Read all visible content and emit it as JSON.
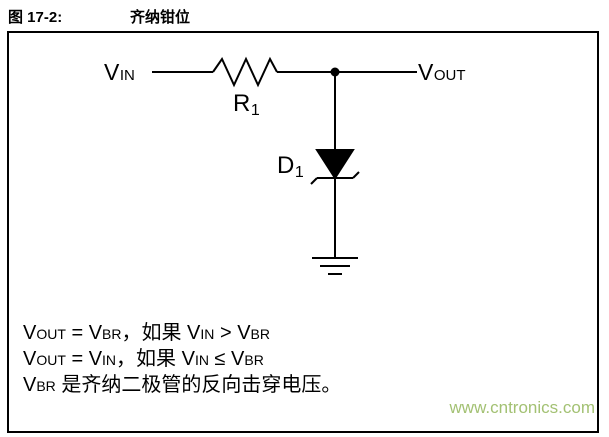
{
  "figure": {
    "label": "图 17-2:",
    "title": "齐纳钳位"
  },
  "circuit": {
    "vin": {
      "main": "V",
      "sub": "IN"
    },
    "vout": {
      "main": "V",
      "sub": "OUT"
    },
    "r1": {
      "main": "R",
      "sub": "1"
    },
    "d1": {
      "main": "D",
      "sub": "1"
    },
    "symbols": {
      "resistor": "resistor-symbol",
      "zener_diode": "zener-diode-symbol",
      "ground": "ground-symbol",
      "junction": "junction-dot"
    }
  },
  "notes": {
    "line1": {
      "p1": "V",
      "s1": "OUT",
      "p2": " = V",
      "s2": "BR",
      "p3": "，如果 V",
      "s3": "IN",
      "p4": " > V",
      "s4": "BR"
    },
    "line2": {
      "p1": "V",
      "s1": "OUT",
      "p2": " = V",
      "s2": "IN",
      "p3": "，如果 V",
      "s3": "IN",
      "p4": " ≤ V",
      "s4": "BR"
    },
    "line3": {
      "p1": "V",
      "s1": "BR",
      "p2": " 是齐纳二极管的反向击穿电压。"
    }
  },
  "watermark": {
    "text": "www.cntronics.com",
    "color": "#a3c173"
  }
}
